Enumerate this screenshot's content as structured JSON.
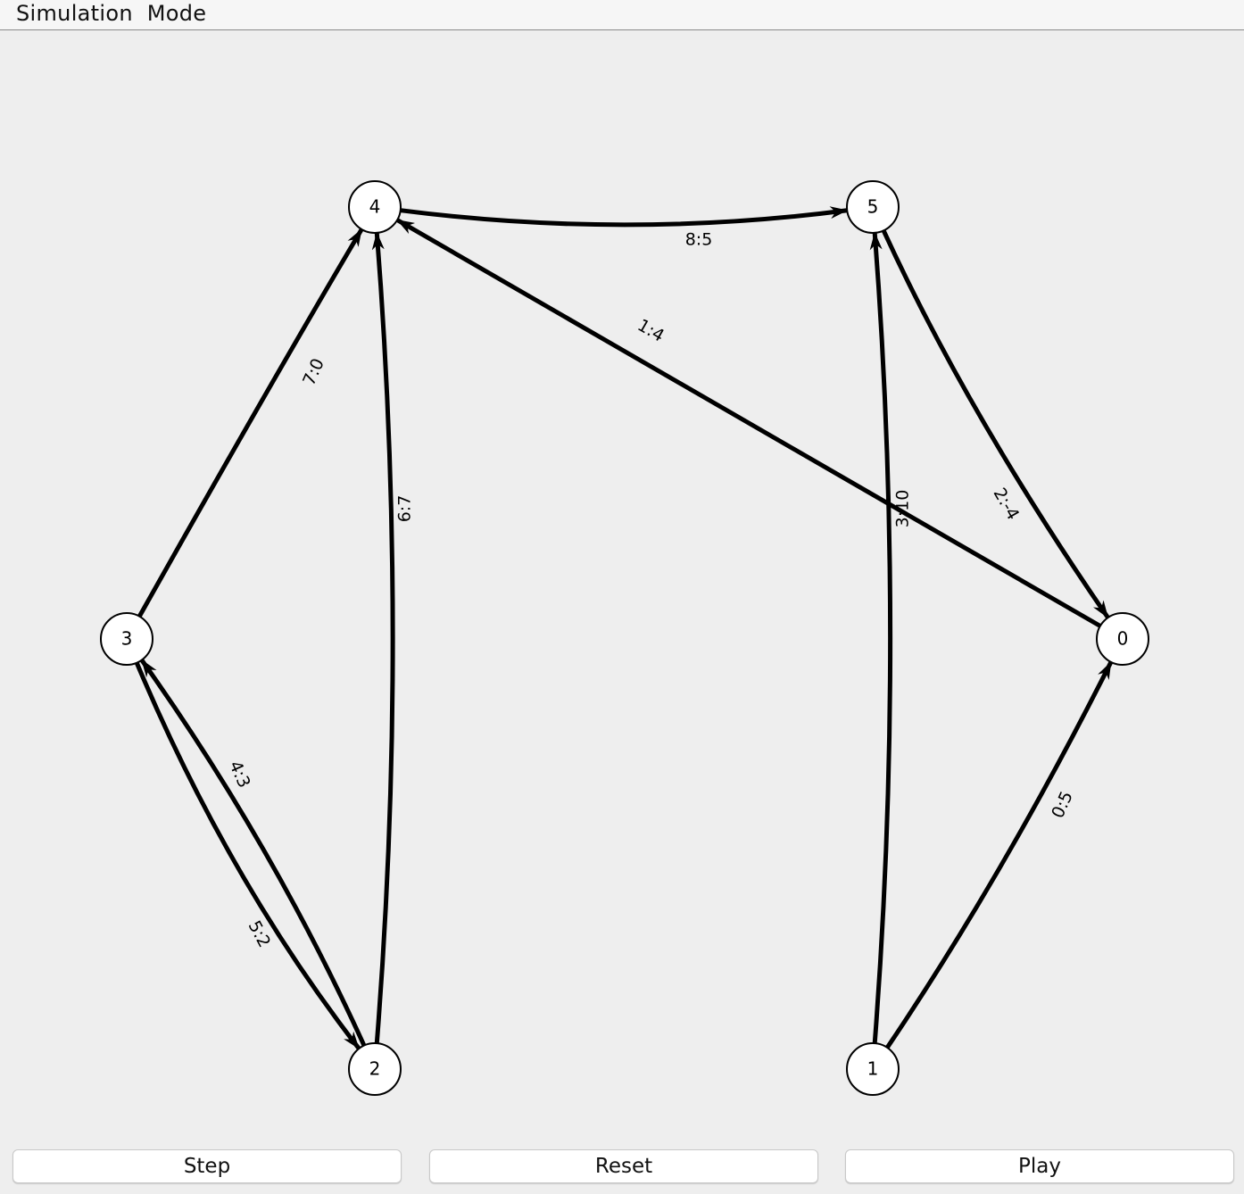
{
  "window": {
    "title": "Simulation  Mode"
  },
  "graph": {
    "nodes": [
      {
        "id": "0",
        "label": "0"
      },
      {
        "id": "1",
        "label": "1"
      },
      {
        "id": "2",
        "label": "2"
      },
      {
        "id": "3",
        "label": "3"
      },
      {
        "id": "4",
        "label": "4"
      },
      {
        "id": "5",
        "label": "5"
      }
    ],
    "edges": [
      {
        "from": "4",
        "to": "5",
        "label": "8:5"
      },
      {
        "from": "0",
        "to": "4",
        "label": "1:4"
      },
      {
        "from": "3",
        "to": "4",
        "label": "7:0"
      },
      {
        "from": "2",
        "to": "4",
        "label": "6:7"
      },
      {
        "from": "1",
        "to": "5",
        "label": "3:10"
      },
      {
        "from": "5",
        "to": "0",
        "label": "2:-4"
      },
      {
        "from": "2",
        "to": "3",
        "label": "4:3"
      },
      {
        "from": "3",
        "to": "2",
        "label": "5:2"
      },
      {
        "from": "1",
        "to": "0",
        "label": "0:5"
      }
    ]
  },
  "controls": {
    "step_label": "Step",
    "reset_label": "Reset",
    "play_label": "Play"
  }
}
